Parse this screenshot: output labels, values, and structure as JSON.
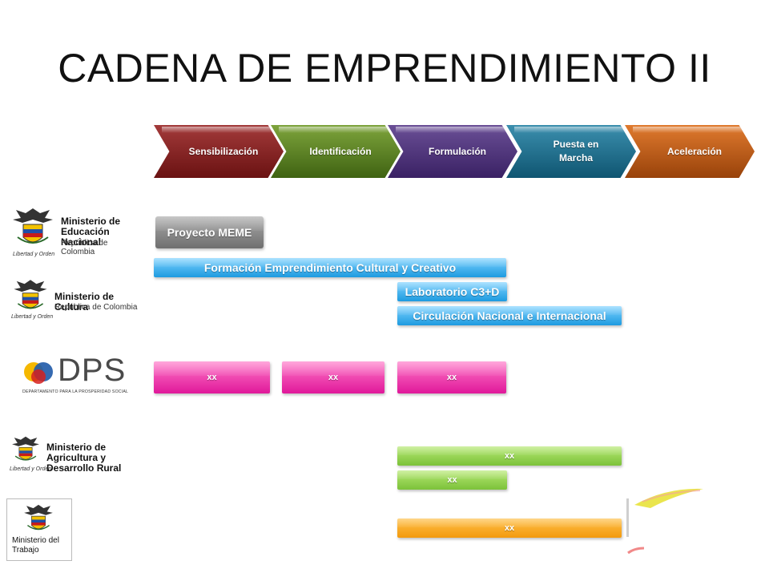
{
  "title": "CADENA DE EMPRENDIMIENTO II",
  "stages": [
    {
      "label": "Sensibilización",
      "color": "#7a1c1c"
    },
    {
      "label": "Identificación",
      "color": "#4f7a1e"
    },
    {
      "label": "Formulación",
      "color": "#4a2f7a"
    },
    {
      "label": "Puesta en Marcha",
      "color": "#1a6a88"
    },
    {
      "label": "Aceleración",
      "color": "#b2561a"
    }
  ],
  "organizations": [
    {
      "name": "Ministerio de Educación Nacional",
      "subtitle": "República de Colombia",
      "motto": "Libertad y Orden"
    },
    {
      "name": "Ministerio de Cultura",
      "subtitle": "República de Colombia",
      "motto": "Libertad y Orden"
    },
    {
      "name": "DPS",
      "subtitle": "DEPARTAMENTO PARA LA PROSPERIDAD SOCIAL"
    },
    {
      "name": "Ministerio de Agricultura y Desarrollo Rural",
      "motto": "Libertad y Orden"
    },
    {
      "name": "Ministerio del Trabajo"
    }
  ],
  "bars": {
    "meme": "Proyecto MEME",
    "formacion": "Formación Emprendimiento Cultural y Creativo",
    "laboratorio": "Laboratorio C3+D",
    "circulacion": "Circulación Nacional e Internacional",
    "dps_1": "xx",
    "dps_2": "xx",
    "dps_3": "xx",
    "agricultura_1": "xx",
    "agricultura_2": "xx",
    "trabajo": "xx"
  },
  "colors": {
    "blue": "#1e9be0",
    "pink": "#e0189a",
    "green": "#7cc23a",
    "orange": "#f39a0e",
    "gray": "#6f6f6f"
  }
}
